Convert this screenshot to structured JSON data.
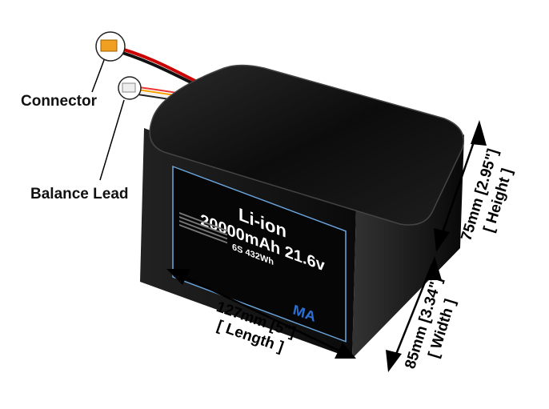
{
  "callouts": {
    "connector": "Connector",
    "balance_lead": "Balance Lead"
  },
  "label": {
    "chemistry": "Li-ion",
    "capacity_voltage": "20000mAh 21.6v",
    "config_energy": "6S 432Wh",
    "brand_logo": "MA"
  },
  "dimensions": {
    "length": "127mm [5\"]",
    "length_caption": "[ Length ]",
    "height": "75mm [2.95\"]",
    "height_caption": "[ Height ]",
    "width": "85mm [3.34\"]",
    "width_caption": "[ Width ]"
  },
  "colors": {
    "battery_body": "#111111",
    "label_border": "#6aa8e0",
    "logo_blue": "#2a6fd6",
    "connector_yellow": "#f0a020"
  }
}
